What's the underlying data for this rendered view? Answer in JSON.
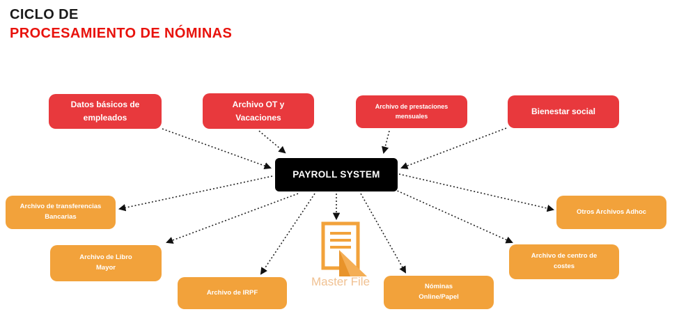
{
  "title": {
    "line1": "CICLO DE",
    "line2": "PROCESAMIENTO DE NÓMINAS"
  },
  "payroll": {
    "label": "PAYROLL SYSTEM"
  },
  "inputs": [
    {
      "label": "Datos básicos de\nempleados"
    },
    {
      "label": "Archivo OT y\nVacaciones"
    },
    {
      "label": "Archivo de prestaciones\nmensuales"
    },
    {
      "label": "Bienestar social"
    }
  ],
  "outputs": [
    {
      "label": "Archivo de transferencias\nBancarias"
    },
    {
      "label": "Archivo de Libro\nMayor"
    },
    {
      "label": "Archivo de IRPF"
    },
    {
      "label": "Nóminas\nOnline/Papel"
    },
    {
      "label": "Archivo de centro de\ncostes"
    },
    {
      "label": "Otros Archivos Adhoc"
    }
  ],
  "master_file": {
    "label": "Master File"
  },
  "colors": {
    "input_red": "#e8393d",
    "output_orange": "#f2a23b",
    "center_black": "#000000",
    "title_red": "#e8120c",
    "master_file_text": "#f0c192",
    "arrow": "#222222"
  }
}
